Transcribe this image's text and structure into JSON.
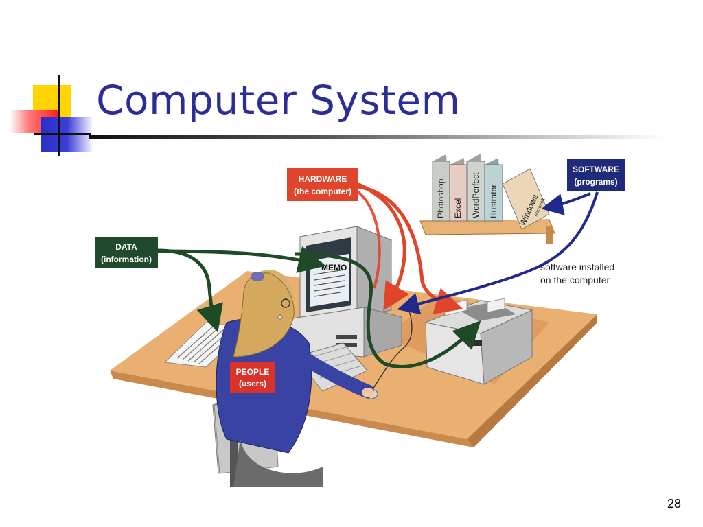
{
  "slide": {
    "title": "Computer System",
    "page_number": "28"
  },
  "diagram": {
    "labels": {
      "hardware_line1": "HARDWARE",
      "hardware_line2": "(the computer)",
      "software_line1": "SOFTWARE",
      "software_line2": "(programs)",
      "data_line1": "DATA",
      "data_line2": "(information)",
      "people_line1": "PEOPLE",
      "people_line2": "(users)",
      "note_line1": "software installed",
      "note_line2": "on the computer",
      "memo": "MEMO"
    },
    "books": [
      "Photoshop",
      "Excel",
      "WordPerfect",
      "Illustrator",
      "Windows"
    ],
    "book_windows_small": "Microsoft"
  },
  "colors": {
    "title": "#2d2d96",
    "hardware_tag": "#e0442a",
    "software_tag": "#1f2a7a",
    "data_tag": "#1f4a2c",
    "people_tag": "#d9322a",
    "desk": "#e9b072",
    "arrow_red": "#e0442a",
    "arrow_blue": "#1f2a8a",
    "arrow_green": "#1e4a26"
  }
}
